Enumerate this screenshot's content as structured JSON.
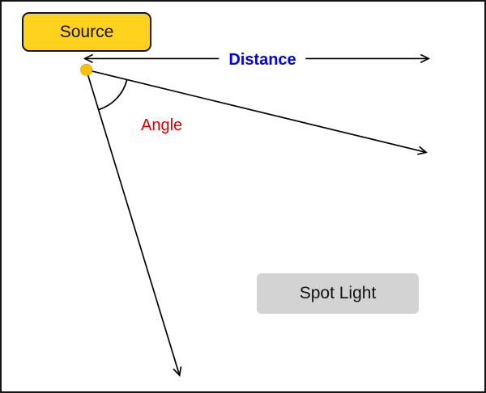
{
  "source_button": {
    "label": "Source"
  },
  "distance_label": {
    "text": "Distance",
    "color": "#0000EE"
  },
  "angle_label": {
    "text": "Angle",
    "color": "#DE0000"
  },
  "spot_light_button": {
    "label": "Spot Light"
  },
  "colors": {
    "source_button_fill": "#FFD21E",
    "source_point_fill": "#FFC107",
    "spot_light_fill": "#D3D3D3",
    "arrow_stroke": "#000000",
    "canvas_border": "#141414",
    "background": "#FFFFFF"
  }
}
